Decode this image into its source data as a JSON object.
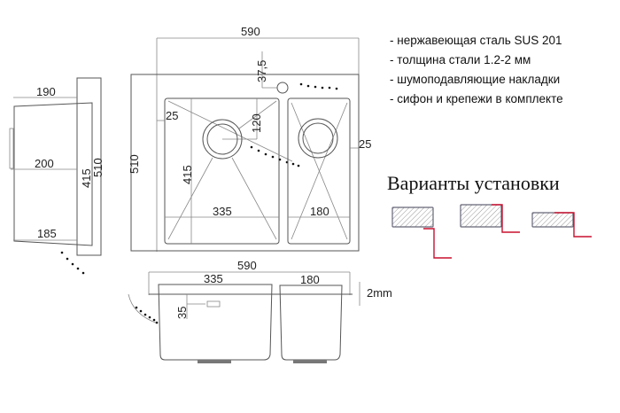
{
  "features": [
    "- нержавеющая сталь SUS 201",
    "- толщина стали 1.2-2 мм",
    "- шумоподавляющие накладки",
    "- сифон и крепежи в комплекте"
  ],
  "install_title": "Варианты установки",
  "colors": {
    "accent": "#c8102e",
    "line": "#555555"
  },
  "side_view": {
    "d190": "190",
    "d200": "200",
    "d185": "185",
    "d415": "415",
    "d510": "510"
  },
  "top_view": {
    "width": "590",
    "d37_5": "37,5",
    "height": "510",
    "d25_left": "25",
    "d120": "120",
    "d415": "415",
    "d335": "335",
    "d180": "180",
    "d25_right": "25"
  },
  "front_view": {
    "width": "590",
    "d335": "335",
    "d180": "180",
    "d35": "35",
    "thickness": "2mm"
  }
}
